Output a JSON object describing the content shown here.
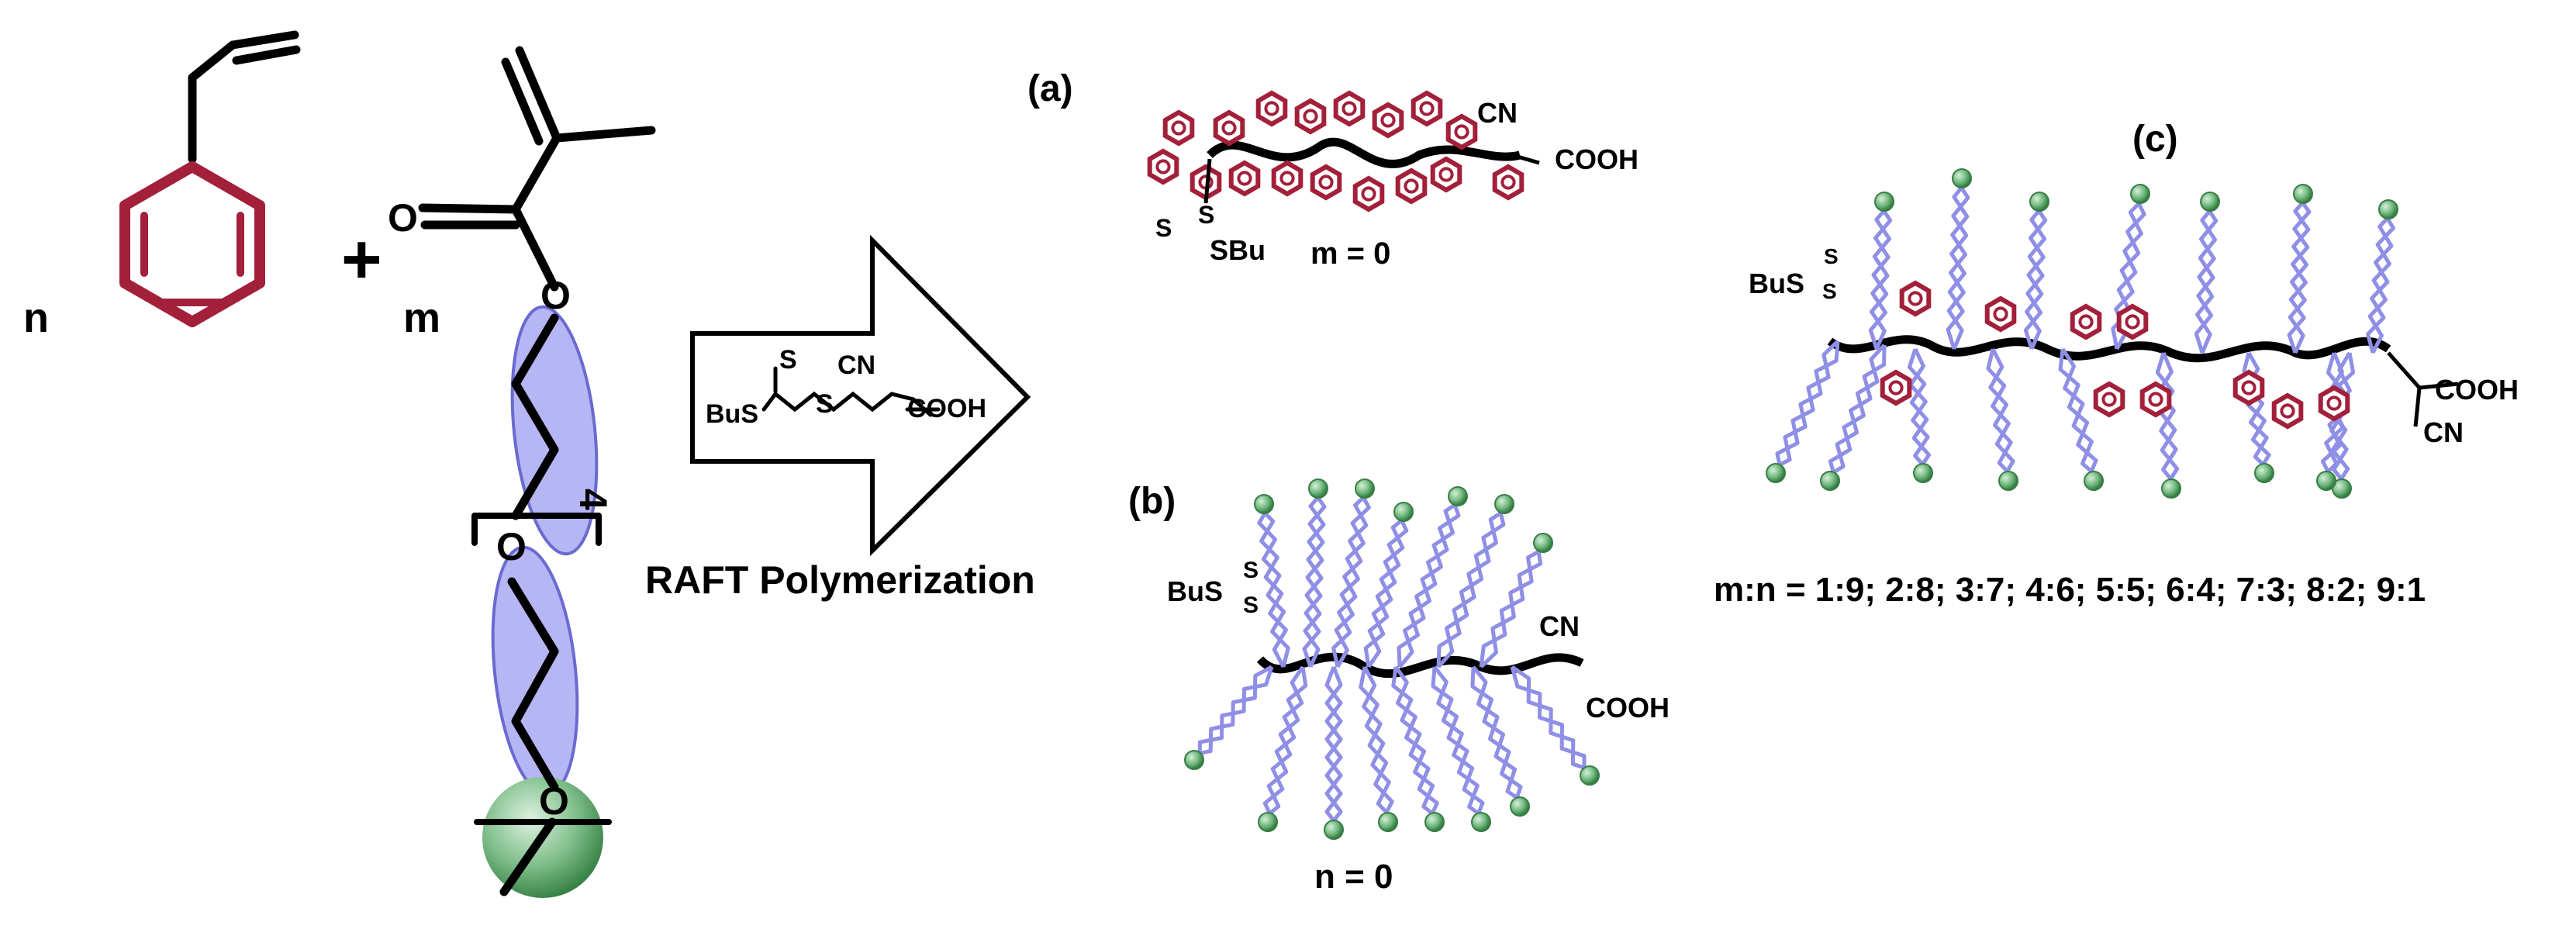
{
  "monomers": {
    "n_label": "n",
    "plus": "+",
    "m_label": "m",
    "carbonyl_o": "O",
    "ester_o": "O",
    "repeat_count": "4",
    "ether_o1": "O",
    "ether_o2": "O"
  },
  "arrow": {
    "s_top": "S",
    "cn": "CN",
    "bus": "BuS",
    "s_bridge": "S",
    "cooh": "COOH",
    "caption": "RAFT Polymerization"
  },
  "panel_a": {
    "tag": "(a)",
    "cn": "CN",
    "cooh": "COOH",
    "s1": "S",
    "s2": "S",
    "sbu": "SBu",
    "condition": "m = 0"
  },
  "panel_b": {
    "tag": "(b)",
    "bus": "BuS",
    "s1": "S",
    "s2": "S",
    "cn": "CN",
    "cooh": "COOH",
    "condition": "n = 0"
  },
  "panel_c": {
    "tag": "(c)",
    "bus": "BuS",
    "s1": "S",
    "s2": "S",
    "cooh": "COOH",
    "cn": "CN",
    "ratios": "m:n = 1:9; 2:8; 3:7; 4:6; 5:5; 6:4; 7:3; 8:2; 9:1"
  },
  "colors": {
    "styrene": "#a3203a",
    "peg_chain": "#8f8fe6",
    "peg_ellipse": "#9d9df0",
    "end_group": "#5ea86a",
    "backbone": "#000000"
  }
}
